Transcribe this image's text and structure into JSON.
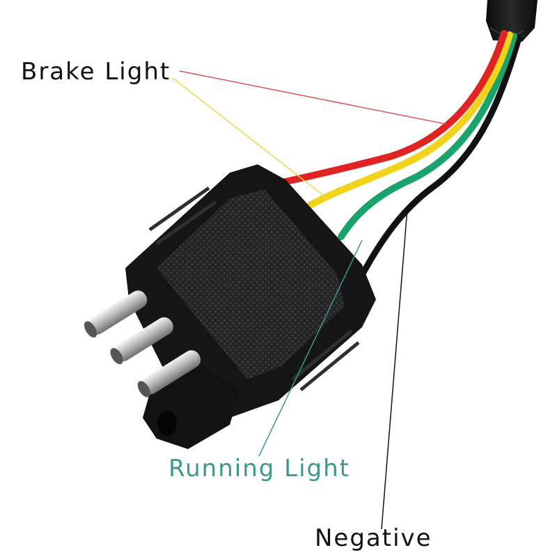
{
  "labels": {
    "brake_light": "Brake Light",
    "running_light": "Running Light",
    "negative": "Negative"
  },
  "wires": [
    {
      "name": "red",
      "color": "#e02424"
    },
    {
      "name": "yellow",
      "color": "#f2d31b"
    },
    {
      "name": "green",
      "color": "#1aa36b"
    },
    {
      "name": "black",
      "color": "#111111"
    }
  ],
  "colors": {
    "brake_leader_red": "#e05555",
    "brake_leader_yellow": "#e8d84a",
    "running_label": "#3a9a8a",
    "negative_label": "#111111",
    "connector_body": "#1a1a1a",
    "pin_metal": "#c9c9c9"
  }
}
